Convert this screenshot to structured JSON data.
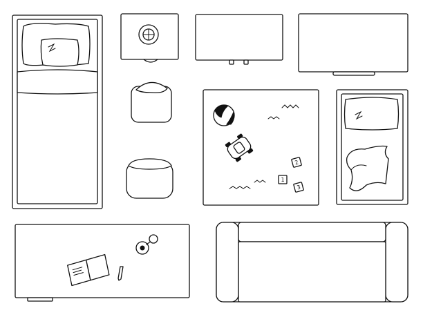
{
  "scene": {
    "style": "black line art, white background",
    "colors": {
      "line": "#111111",
      "background": "#ffffff"
    }
  },
  "dice": [
    {
      "label": "2"
    },
    {
      "label": "1"
    },
    {
      "label": "3"
    }
  ]
}
